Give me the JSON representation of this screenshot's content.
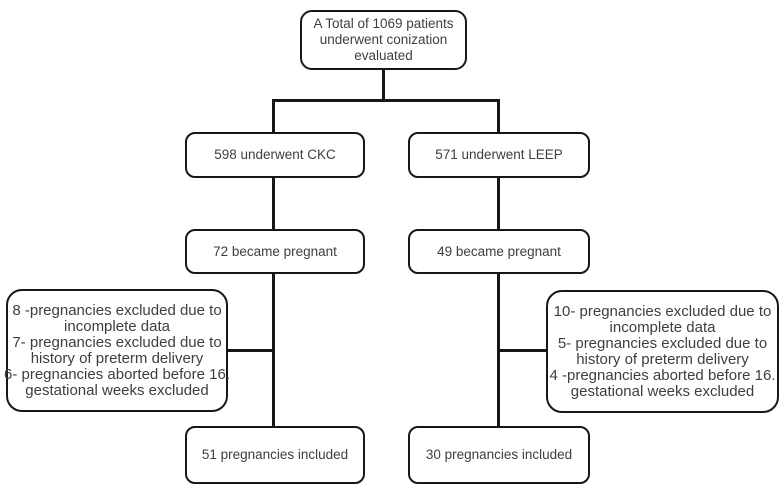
{
  "diagram": {
    "colors": {
      "background": "#ffffff",
      "line": "#171717",
      "text": "#3e3e3e"
    },
    "nodes": {
      "total": {
        "lines": [
          "A Total of 1069 patients",
          "underwent conization",
          "evaluated"
        ]
      },
      "ckc": {
        "label": "598 underwent CKC"
      },
      "leep": {
        "label": "571 underwent LEEP"
      },
      "ckc_pregnant": {
        "label": "72 became pregnant"
      },
      "leep_pregnant": {
        "label": "49 became pregnant"
      },
      "ckc_excluded": {
        "lines": [
          "8 -pregnancies excluded due to",
          "incomplete data",
          "7- pregnancies excluded due to",
          "history of preterm delivery",
          "6- pregnancies aborted before 16.",
          "gestational weeks excluded"
        ]
      },
      "leep_excluded": {
        "lines": [
          "10- pregnancies excluded due to",
          "incomplete data",
          "5- pregnancies excluded due to",
          "history of preterm delivery",
          "4 -pregnancies aborted before 16.",
          "gestational weeks excluded"
        ]
      },
      "ckc_included": {
        "label": "51 pregnancies included"
      },
      "leep_included": {
        "label": "30 pregnancies included"
      }
    }
  }
}
